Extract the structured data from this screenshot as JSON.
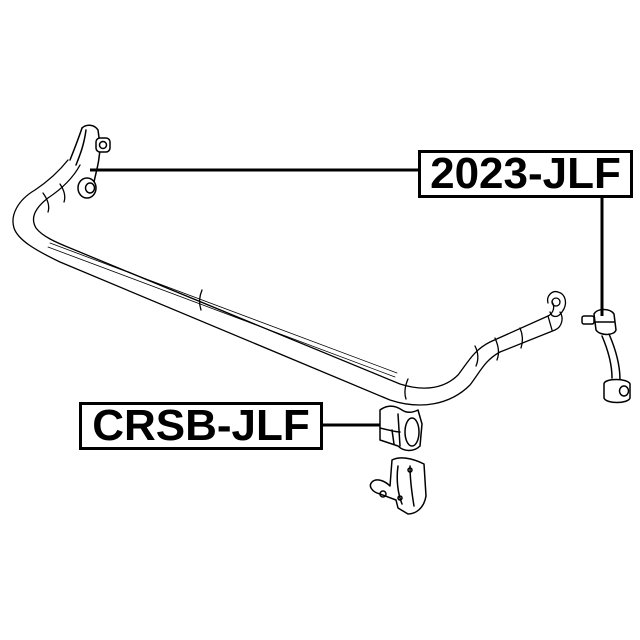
{
  "diagram": {
    "type": "exploded-parts-diagram",
    "subject": "stabilizer bar assembly",
    "colors": {
      "line": "#000000",
      "background": "#ffffff"
    },
    "parts": [
      {
        "id": "stabilizer-link",
        "label": "2023-JLF",
        "points_to": [
          "left stabilizer link (upper-left)",
          "right stabilizer link (right side)"
        ]
      },
      {
        "id": "stabilizer-bushing",
        "label": "CRSB-JLF",
        "points_to": [
          "stabilizer bar bushing with bracket"
        ]
      }
    ]
  }
}
